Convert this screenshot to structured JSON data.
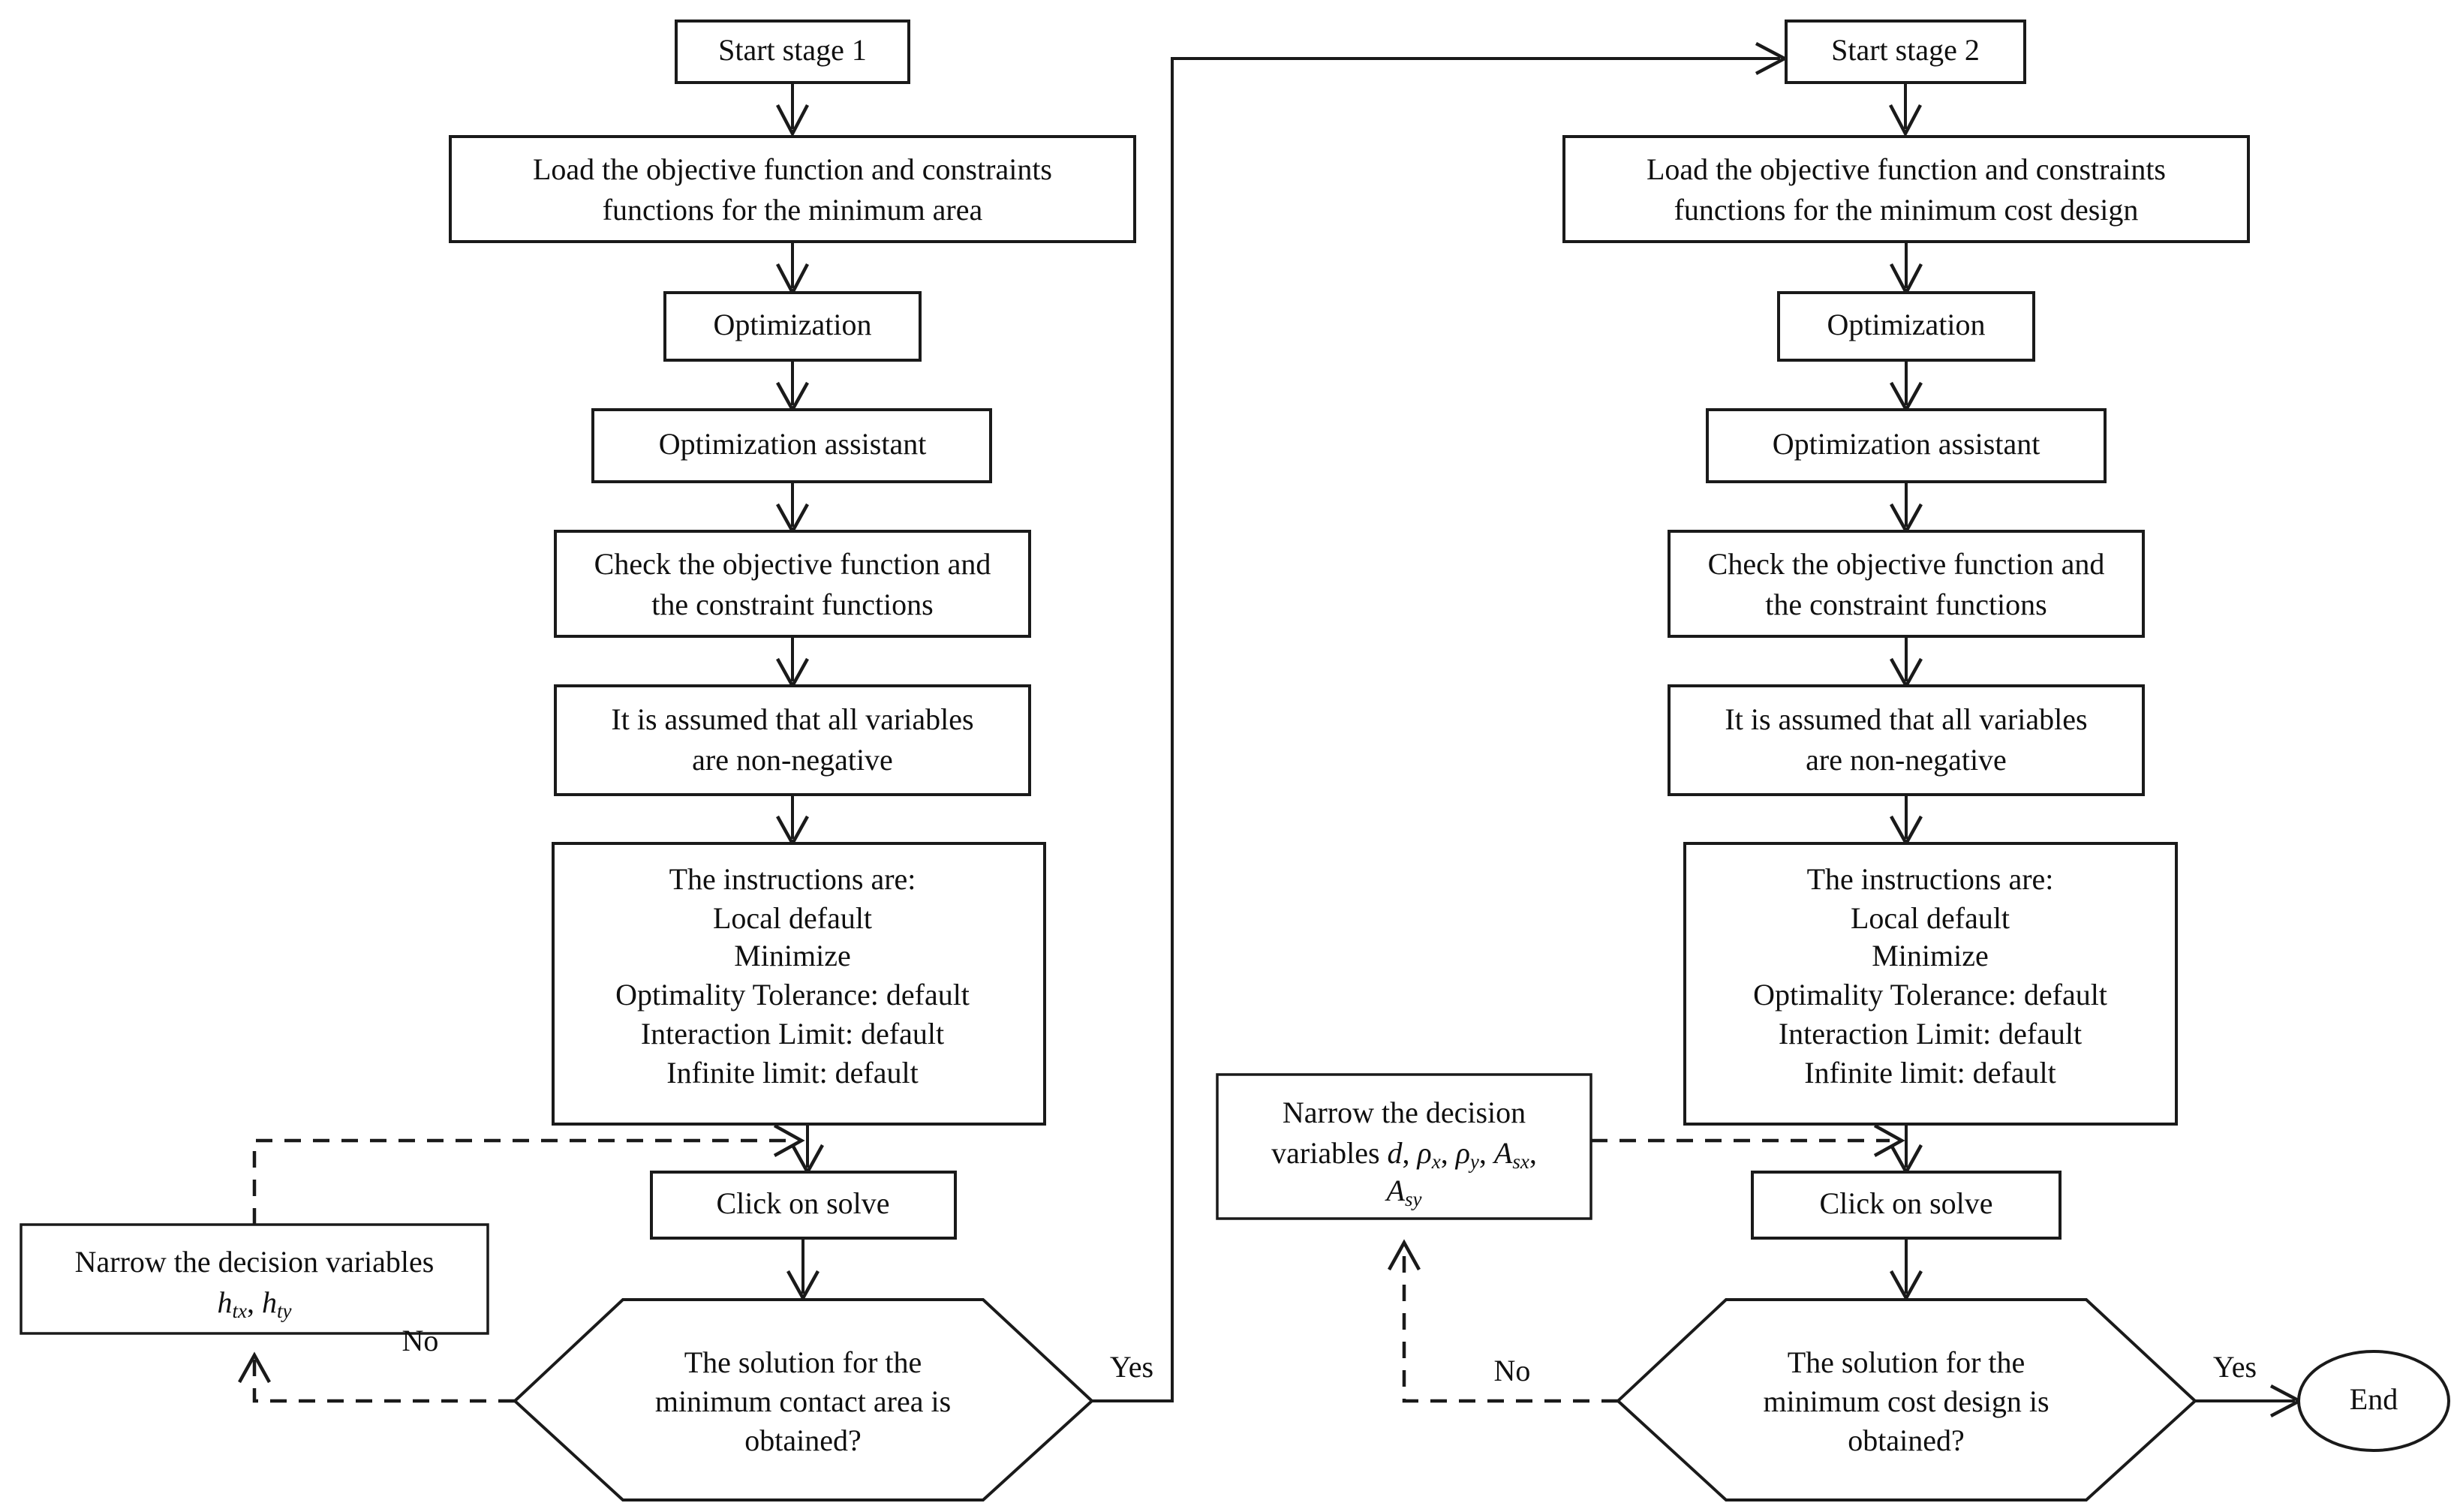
{
  "diagram": {
    "title": "Two-stage optimization flowchart",
    "colors": {
      "stroke": "#1a1a1a",
      "fill": "#ffffff",
      "text": "#101010",
      "background": "#ffffff"
    }
  },
  "stage1": {
    "start": "Start stage 1",
    "load": {
      "line1": "Load the objective function and constraints",
      "line2": "functions for the minimum area"
    },
    "optimization": "Optimization",
    "optimization_assistant": "Optimization assistant",
    "check": {
      "line1": "Check the objective function and",
      "line2": "the constraint functions"
    },
    "assume": {
      "line1": "It is assumed that all variables",
      "line2": "are non-negative"
    },
    "instructions": {
      "line1": "The instructions are:",
      "line2": "Local default",
      "line3": "Minimize",
      "line4": "Optimality Tolerance: default",
      "line5": "Interaction Limit: default",
      "line6": "Infinite limit: default"
    },
    "click_solve": "Click on solve",
    "decision": {
      "line1": "The solution for the",
      "line2": "minimum contact area is",
      "line3": "obtained?"
    },
    "narrow": {
      "line1": "Narrow the decision variables",
      "var1_base": "h",
      "var1_sub": "tx",
      "var2_base": "h",
      "var2_sub": "ty",
      "separator": ", "
    },
    "edge_yes": "Yes",
    "edge_no": "No"
  },
  "stage2": {
    "start": "Start stage 2",
    "load": {
      "line1": "Load the objective function and constraints",
      "line2": "functions for the minimum cost design"
    },
    "optimization": "Optimization",
    "optimization_assistant": "Optimization assistant",
    "check": {
      "line1": "Check the objective function and",
      "line2": "the constraint functions"
    },
    "assume": {
      "line1": "It is assumed that all variables",
      "line2": "are non-negative"
    },
    "instructions": {
      "line1": "The instructions are:",
      "line2": "Local default",
      "line3": "Minimize",
      "line4": "Optimality Tolerance: default",
      "line5": "Interaction Limit: default",
      "line6": "Infinite limit: default"
    },
    "click_solve": "Click on solve",
    "decision": {
      "line1": "The solution for the",
      "line2": "minimum cost design is",
      "line3": "obtained?"
    },
    "narrow": {
      "line1": "Narrow the decision",
      "line2_prefix": "variables ",
      "v_d": "d",
      "v_rho_x_base": "ρ",
      "v_rho_x_sub": "x",
      "v_rho_y_base": "ρ",
      "v_rho_y_sub": "y",
      "v_A_sx_base": "A",
      "v_A_sx_sub": "sx",
      "v_A_sy_base": "A",
      "v_A_sy_sub": "sy",
      "separator": ", "
    },
    "edge_yes": "Yes",
    "edge_no": "No",
    "end": "End"
  }
}
